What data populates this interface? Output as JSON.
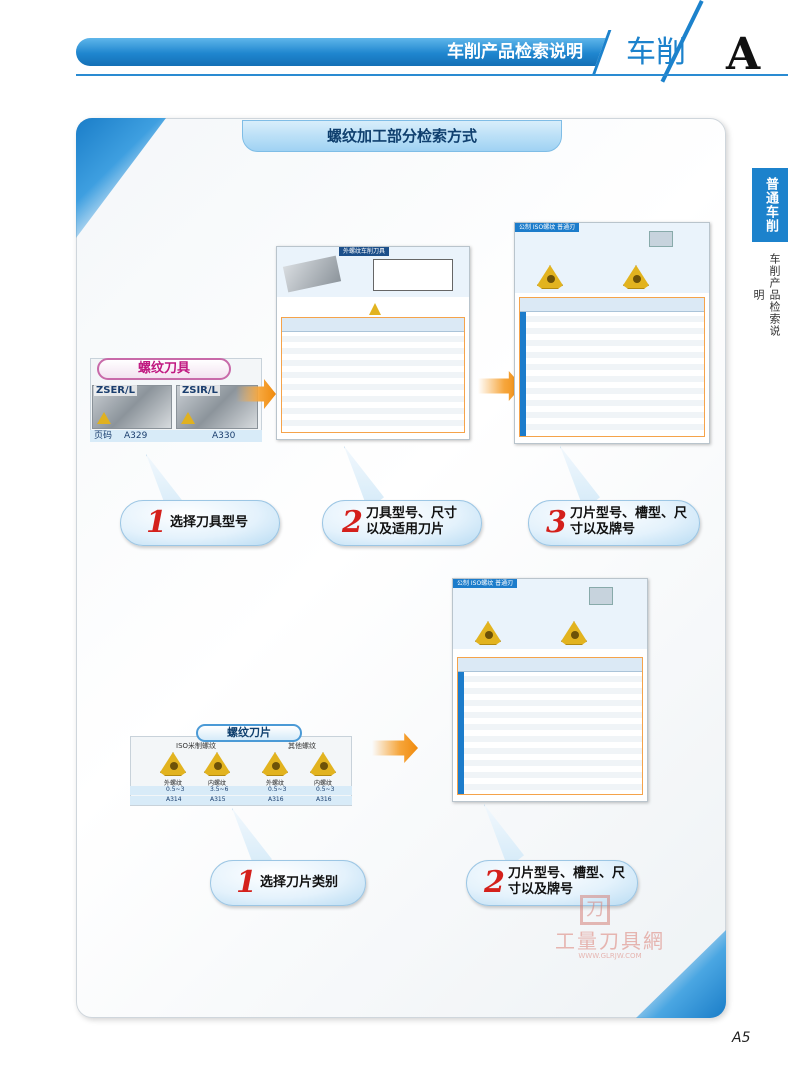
{
  "header": {
    "title": "车削产品检索说明",
    "tab": "车削",
    "letter": "A"
  },
  "side": {
    "tab": "普通车削",
    "sub": "车削产品检索说明"
  },
  "section_title": "螺纹加工部分检索方式",
  "tool_card": {
    "title": "螺纹刀具",
    "left_label": "ZSER/L",
    "right_label": "ZSIR/L",
    "row_label": "页码",
    "left_page": "A329",
    "right_page": "A330"
  },
  "thumb1": {
    "header_label": "外螺纹车削刀具"
  },
  "thumb2": {
    "header_label": "公制 ISO螺纹 普通刃"
  },
  "thumb3": {
    "header_label": "公制 ISO螺纹 普通刃"
  },
  "callouts_top": [
    {
      "num": "1",
      "text": "选择刀具型号"
    },
    {
      "num": "2",
      "text": "刀具型号、尺寸以及适用刀片"
    },
    {
      "num": "3",
      "text": "刀片型号、槽型、尺寸以及牌号"
    }
  ],
  "insert_card": {
    "title": "螺纹刀片",
    "group_iso": "ISO米制螺纹",
    "group_other": "其他螺纹",
    "types": [
      "外螺纹",
      "内螺纹",
      "外螺纹",
      "内螺纹"
    ],
    "pitch": [
      "0.5~3",
      "3.5~6",
      "0.5~3",
      "0.5~3"
    ],
    "pages": [
      "A314",
      "A315",
      "A316",
      "A316"
    ]
  },
  "callouts_bottom": [
    {
      "num": "1",
      "text": "选择刀片类别"
    },
    {
      "num": "2",
      "text": "刀片型号、槽型、尺寸以及牌号"
    }
  ],
  "watermark": {
    "logo": "刀",
    "text": "工量刀具網",
    "url": "WWW.GLRJW.COM"
  },
  "page_number": "A5"
}
